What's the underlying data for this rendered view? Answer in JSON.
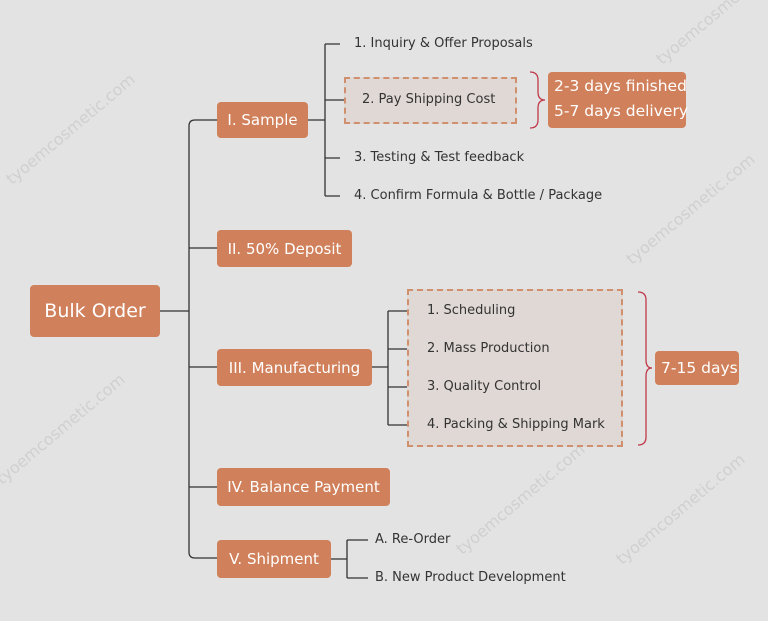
{
  "watermark": "tyoemcosmetic.com",
  "root": "Bulk Order",
  "steps": [
    {
      "label": "I. Sample",
      "items": [
        "1. Inquiry & Offer Proposals",
        "2. Pay Shipping Cost",
        "3. Testing & Test feedback",
        "4. Confirm Formula & Bottle / Package"
      ],
      "duration": [
        "2-3 days finished",
        "5-7 days delivery"
      ]
    },
    {
      "label": "II. 50% Deposit"
    },
    {
      "label": "III. Manufacturing",
      "items": [
        "1. Scheduling",
        "2. Mass Production",
        "3. Quality Control",
        "4. Packing & Shipping Mark"
      ],
      "duration": [
        "7-15 days"
      ]
    },
    {
      "label": "IV. Balance Payment"
    },
    {
      "label": "V. Shipment",
      "items": [
        "A. Re-Order",
        "B. New Product Development"
      ]
    }
  ],
  "colors": {
    "box": "#d0805a",
    "line": "#333333",
    "brace": "#c0394a",
    "dashed": "#d0906e",
    "background": "#e3e3e3"
  }
}
